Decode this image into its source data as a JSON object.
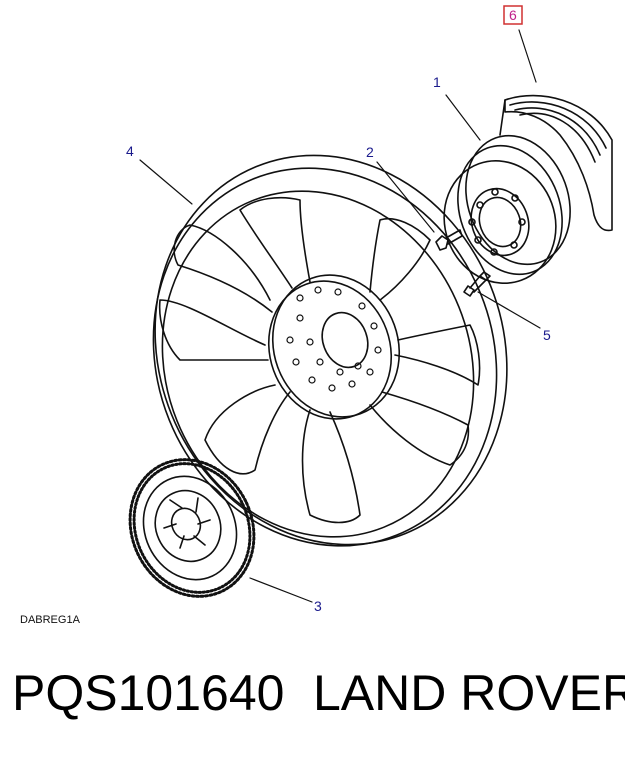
{
  "diagram": {
    "callouts": [
      {
        "id": "1",
        "label": "1"
      },
      {
        "id": "2",
        "label": "2"
      },
      {
        "id": "3",
        "label": "3"
      },
      {
        "id": "4",
        "label": "4"
      },
      {
        "id": "5",
        "label": "5"
      },
      {
        "id": "6",
        "label": "6",
        "highlighted": true
      }
    ],
    "drawing_code": "DABREG1A",
    "colors": {
      "callout": "#1a1a8c",
      "highlight_box": "#d03030",
      "highlight_text": "#c0208a",
      "line": "#111111"
    }
  },
  "caption": {
    "part_number": "PQS101640",
    "brand": "LAND ROVER"
  }
}
